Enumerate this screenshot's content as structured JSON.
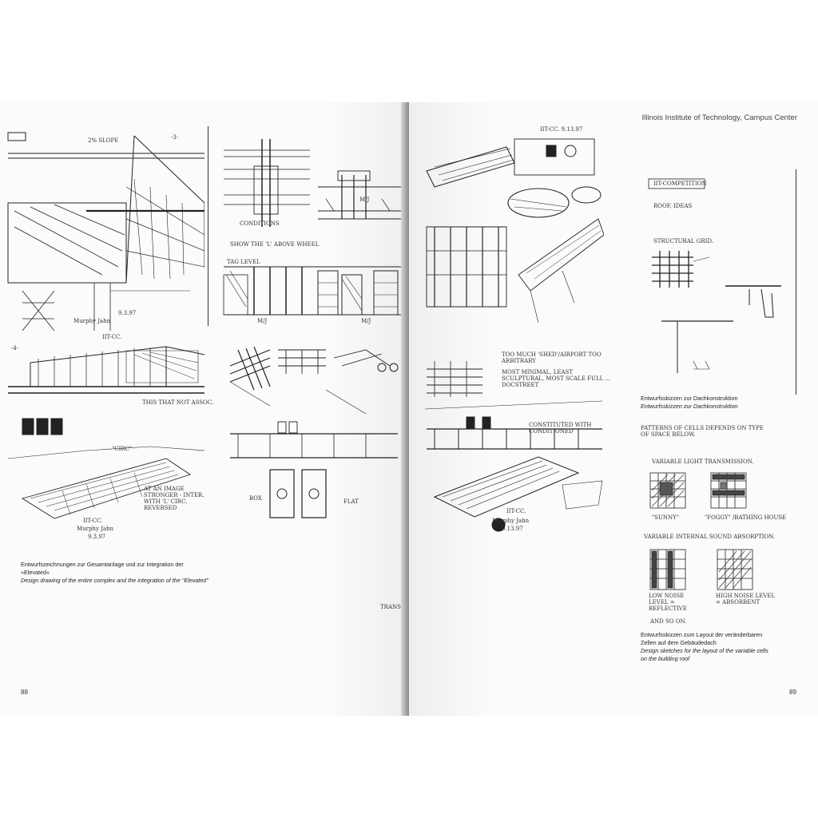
{
  "header": {
    "title": "Illinois Institute of Technology, Campus Center"
  },
  "left_page": {
    "page_number": "88",
    "caption_de": "Entwurfszeichnungen zur Gesamtanlage und zur Integration der »Elevated«",
    "caption_en": "Design drawing of the entire complex and the integration of the \"Elevated\"",
    "sketch_marks": {
      "mark_3": "-3-",
      "mark_4": "-4-",
      "slope": "2% SLOPE",
      "m_j_1": "M/J",
      "m_j_2": "M/J",
      "m_j_3": "M/J",
      "signature_1": "Murphy Jahn",
      "signature_2": "Murphy Jahn",
      "date_1": "9.3.97",
      "date_2": "9.3.97",
      "iit_1": "IIT-CC.",
      "iit_2": "IIT-CC.",
      "circ": "\"CIRC\"",
      "image_note": "AT AN IMAGE STRONGER - INTER. WITH 'L' CIRC. REVERSED",
      "inst_note": "THIS THAT NOT ASSOC.",
      "conditions": "CONDITIONS",
      "show_note": "SHOW THE 'L' ABOVE WHEEL",
      "tag_level": "TAG LEVEL",
      "flat_note": "FLAT",
      "box_note": "BOX",
      "transition": "TRANSITION"
    }
  },
  "right_page": {
    "page_number": "89",
    "caption_roof_de": "Entwurfsskizzen zur Dachkonstruktion",
    "caption_roof_en": "Entwurfsskizzen zur Dachkonstruktion",
    "caption_cells_de_1": "Entwurfsskizzen zum Layout der veränderbaren",
    "caption_cells_de_2": "Zellen auf dem Gebäudedach",
    "caption_cells_en_1": "Design sketches for the layout of the variable cells",
    "caption_cells_en_2": "on the building roof",
    "notes": {
      "competition": "IIT-COMPETITION",
      "roof_ideas": "ROOF, IDEAS",
      "structural_grid": "STRUCTURAL GRID.",
      "pattern_note": "PATTERNS OF CELLS DEPENDS ON TYPE OF SPACE BELOW.",
      "variable_light": "VARIABLE LIGHT TRANSMISSION.",
      "sunny": "\"SUNNY\"",
      "foggy": "\"FOGGY\" /BATHING HOUSE",
      "variable_internal": "VARIABLE INTERNAL SOUND ABSORPTION.",
      "low_noise": "LOW NOISE LEVEL = REFLECTIVE",
      "high_noise": "HIGH NOISE LEVEL = ABSORBENT",
      "and_so_on": "AND SO ON."
    },
    "sketch_marks": {
      "date_top": "IIT-CC. 9.13.97",
      "too_much": "TOO MUCH 'SHED'/AIRPORT TOO ARBITRARY",
      "most_minimal": "MOST MINIMAL, LEAST SCULPTURAL, MOST SCALE FULL ... DOCSTREET",
      "constituted": "CONSTITUTED WITH CONDITIONED",
      "iit_bottom": "IIT-CC.",
      "signature": "Murphy Jahn",
      "date_bottom": "9.13.97"
    }
  }
}
